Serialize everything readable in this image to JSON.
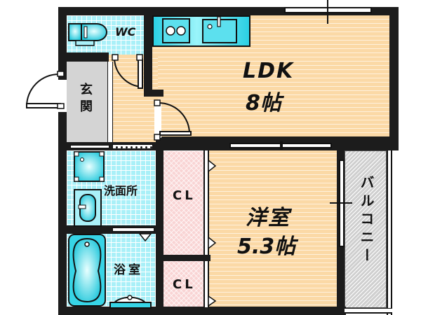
{
  "floorplan": {
    "rooms": {
      "ldk": {
        "name": "LDK",
        "size": "8帖"
      },
      "western": {
        "name": "洋室",
        "size": "5.3帖"
      },
      "wc": {
        "name": "WC"
      },
      "genkan": {
        "name": "玄関"
      },
      "washroom": {
        "name": "洗面所"
      },
      "bath": {
        "name": "浴室"
      },
      "closet1": {
        "name": "CL"
      },
      "closet2": {
        "name": "CL"
      },
      "balcony": {
        "name": "バルコニー"
      }
    },
    "colors": {
      "wall": "#1c1c1c",
      "wood_floor": "#fbd9a6",
      "tile_floor": "#a9f0f8",
      "closet_floor": "#f9d4d4",
      "genkan_floor": "#d4d4d4",
      "balcony_floor": "#cfcfcf",
      "fixture": "#33d6e8"
    },
    "icons": [
      "toilet-icon",
      "stove-icon",
      "sink-icon",
      "washbasin-icon",
      "washing-machine-icon",
      "bathtub-icon",
      "door-swing-icon",
      "window-icon"
    ]
  }
}
